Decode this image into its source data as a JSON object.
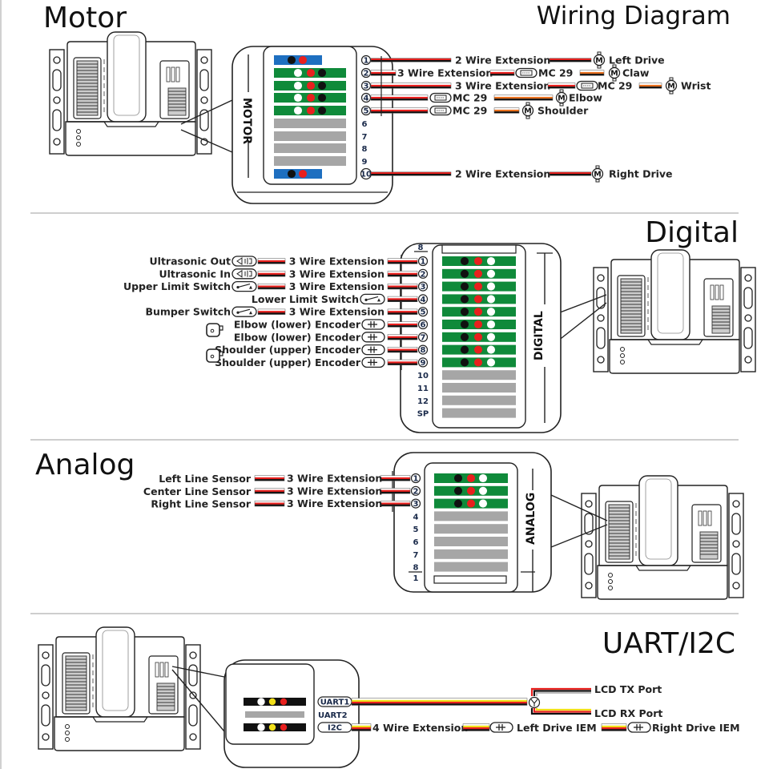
{
  "header": {
    "title_left": "Motor",
    "title_right": "Wiring Diagram"
  },
  "colors": {
    "wire_red": "#e8201e",
    "wire_black": "#111111",
    "wire_white": "#ffffff",
    "wire_gray": "#b8b8b8",
    "wire_yellow": "#f2e01a",
    "wire_orange": "#e8701e",
    "port_green": "#0f8a3a",
    "port_blue": "#1e6fc0",
    "port_gray": "#a6a6a6",
    "port_black": "#111111",
    "divider": "#b0b0b0"
  },
  "motor": {
    "panel_label": "MOTOR",
    "ports": [
      {
        "num": "1",
        "type": "blue",
        "pins": [
          "black",
          "red"
        ],
        "connected": true
      },
      {
        "num": "2",
        "type": "green",
        "pins": [
          "white",
          "red",
          "black"
        ],
        "connected": true
      },
      {
        "num": "3",
        "type": "green",
        "pins": [
          "white",
          "red",
          "black"
        ],
        "connected": true
      },
      {
        "num": "4",
        "type": "green",
        "pins": [
          "white",
          "red",
          "black"
        ],
        "connected": true
      },
      {
        "num": "5",
        "type": "green",
        "pins": [
          "white",
          "red",
          "black"
        ],
        "connected": true
      },
      {
        "num": "6",
        "type": "gray",
        "pins": [],
        "connected": false
      },
      {
        "num": "7",
        "type": "gray",
        "pins": [],
        "connected": false
      },
      {
        "num": "8",
        "type": "gray",
        "pins": [],
        "connected": false
      },
      {
        "num": "9",
        "type": "gray",
        "pins": [],
        "connected": false
      },
      {
        "num": "10",
        "type": "blue",
        "pins": [
          "black",
          "red"
        ],
        "connected": true
      }
    ],
    "connections": [
      {
        "port": "1",
        "items": [
          {
            "kind": "text",
            "label": "2 Wire Extension"
          },
          {
            "kind": "motor",
            "label": "Left Drive"
          }
        ]
      },
      {
        "port": "2",
        "items": [
          {
            "kind": "text",
            "label": "3 Wire Extension"
          },
          {
            "kind": "mc29",
            "label": "MC 29"
          },
          {
            "kind": "motor",
            "label": "Claw"
          }
        ]
      },
      {
        "port": "3",
        "items": [
          {
            "kind": "text",
            "label": "3 Wire Extension"
          },
          {
            "kind": "mc29",
            "label": "MC 29"
          },
          {
            "kind": "motor",
            "label": "Wrist"
          }
        ]
      },
      {
        "port": "4",
        "items": [
          {
            "kind": "mc29",
            "label": "MC 29"
          },
          {
            "kind": "motor",
            "label": "Elbow"
          }
        ]
      },
      {
        "port": "5",
        "items": [
          {
            "kind": "mc29",
            "label": "MC 29"
          },
          {
            "kind": "motor",
            "label": "Shoulder"
          }
        ]
      },
      {
        "port": "10",
        "items": [
          {
            "kind": "text",
            "label": "2 Wire Extension"
          },
          {
            "kind": "motor",
            "label": "Right Drive"
          }
        ]
      }
    ]
  },
  "digital": {
    "title": "Digital",
    "panel_label": "DIGITAL",
    "top_label": "8",
    "ports": [
      {
        "num": "1",
        "type": "green",
        "pins": [
          "black",
          "red",
          "white"
        ]
      },
      {
        "num": "2",
        "type": "green",
        "pins": [
          "black",
          "red",
          "white"
        ]
      },
      {
        "num": "3",
        "type": "green",
        "pins": [
          "black",
          "red",
          "white"
        ]
      },
      {
        "num": "4",
        "type": "green",
        "pins": [
          "black",
          "red",
          "white"
        ]
      },
      {
        "num": "5",
        "type": "green",
        "pins": [
          "black",
          "red",
          "white"
        ]
      },
      {
        "num": "6",
        "type": "green",
        "pins": [
          "black",
          "red",
          "white"
        ]
      },
      {
        "num": "7",
        "type": "green",
        "pins": [
          "black",
          "red",
          "white"
        ]
      },
      {
        "num": "8",
        "type": "green",
        "pins": [
          "black",
          "red",
          "white"
        ]
      },
      {
        "num": "9",
        "type": "green",
        "pins": [
          "black",
          "red",
          "white"
        ]
      },
      {
        "num": "10",
        "type": "gray",
        "pins": []
      },
      {
        "num": "11",
        "type": "gray",
        "pins": []
      },
      {
        "num": "12",
        "type": "gray",
        "pins": []
      },
      {
        "num": "SP",
        "type": "gray",
        "pins": []
      }
    ],
    "connections": [
      {
        "port": "1",
        "device": "Ultrasonic Out",
        "icon": "speaker-icon",
        "extension": "3 Wire Extension"
      },
      {
        "port": "2",
        "device": "Ultrasonic In",
        "icon": "speaker-icon",
        "extension": "3 Wire Extension"
      },
      {
        "port": "3",
        "device": "Upper Limit Switch",
        "icon": "switch-icon",
        "extension": "3 Wire Extension"
      },
      {
        "port": "4",
        "device": "Lower Limit Switch",
        "icon": "switch-icon",
        "extension": ""
      },
      {
        "port": "5",
        "device": "Bumper Switch",
        "icon": "switch-icon",
        "extension": "3 Wire Extension"
      },
      {
        "port": "6",
        "device": "Elbow (lower) Encoder",
        "icon": "encoder-icon",
        "extension": ""
      },
      {
        "port": "7",
        "device": "Elbow (lower) Encoder",
        "icon": "encoder-icon",
        "extension": ""
      },
      {
        "port": "8",
        "device": "Shoulder (upper) Encoder",
        "icon": "encoder-icon",
        "extension": ""
      },
      {
        "port": "9",
        "device": "Shoulder (upper) Encoder",
        "icon": "encoder-icon",
        "extension": ""
      }
    ]
  },
  "analog": {
    "title": "Analog",
    "panel_label": "ANALOG",
    "bottom_label": "1",
    "ports": [
      {
        "num": "1",
        "type": "green",
        "pins": [
          "black",
          "red",
          "white"
        ]
      },
      {
        "num": "2",
        "type": "green",
        "pins": [
          "black",
          "red",
          "white"
        ]
      },
      {
        "num": "3",
        "type": "green",
        "pins": [
          "black",
          "red",
          "white"
        ]
      },
      {
        "num": "4",
        "type": "gray",
        "pins": []
      },
      {
        "num": "5",
        "type": "gray",
        "pins": []
      },
      {
        "num": "6",
        "type": "gray",
        "pins": []
      },
      {
        "num": "7",
        "type": "gray",
        "pins": []
      },
      {
        "num": "8",
        "type": "gray",
        "pins": []
      }
    ],
    "connections": [
      {
        "port": "1",
        "device": "Left Line Sensor",
        "extension": "3 Wire Extension"
      },
      {
        "port": "2",
        "device": "Center Line Sensor",
        "extension": "3 Wire Extension"
      },
      {
        "port": "3",
        "device": "Right Line Sensor",
        "extension": "3 Wire Extension"
      }
    ]
  },
  "uart": {
    "title": "UART/I2C",
    "ports": [
      {
        "label": "UART1",
        "pins": [
          "white",
          "yellow",
          "red",
          "black"
        ]
      },
      {
        "label": "UART2",
        "pins": []
      },
      {
        "label": "I2C",
        "pins": [
          "white",
          "yellow",
          "red",
          "black"
        ]
      }
    ],
    "uart1_targets": [
      "LCD TX Port",
      "LCD RX Port"
    ],
    "i2c_chain": [
      {
        "kind": "text",
        "label": "4 Wire Extension"
      },
      {
        "kind": "iem",
        "label": "Left Drive IEM"
      },
      {
        "kind": "iem",
        "label": "Right Drive IEM"
      }
    ]
  }
}
